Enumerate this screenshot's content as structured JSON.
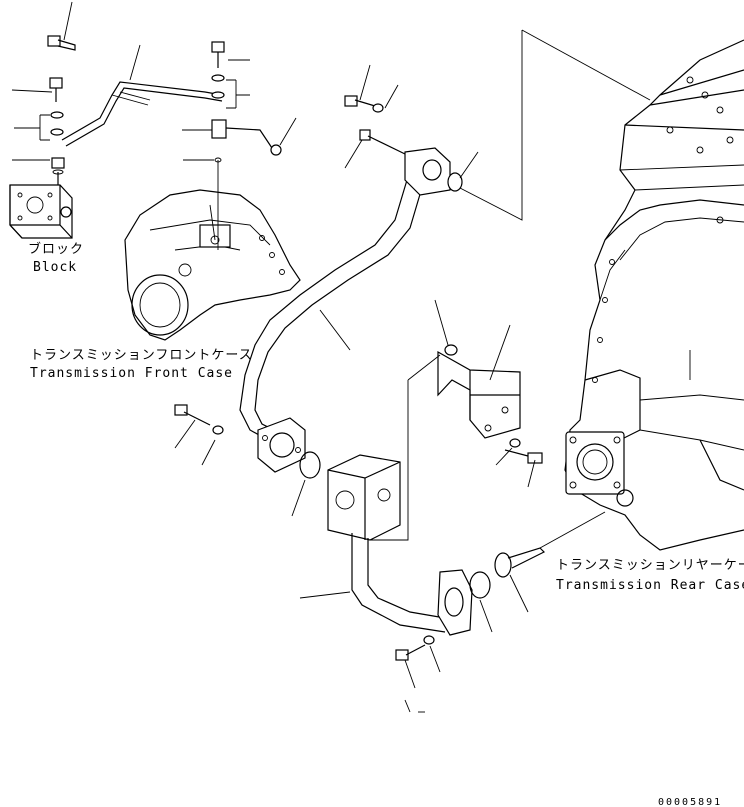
{
  "labels": {
    "block_jp": "ブロック",
    "block_en": "Block",
    "front_case_jp": "トランスミッションフロントケース",
    "front_case_en": "Transmission Front Case",
    "rear_case_jp": "トランスミッションリヤーケース",
    "rear_case_en": "Transmission Rear Case"
  },
  "figure_number": "00005891"
}
